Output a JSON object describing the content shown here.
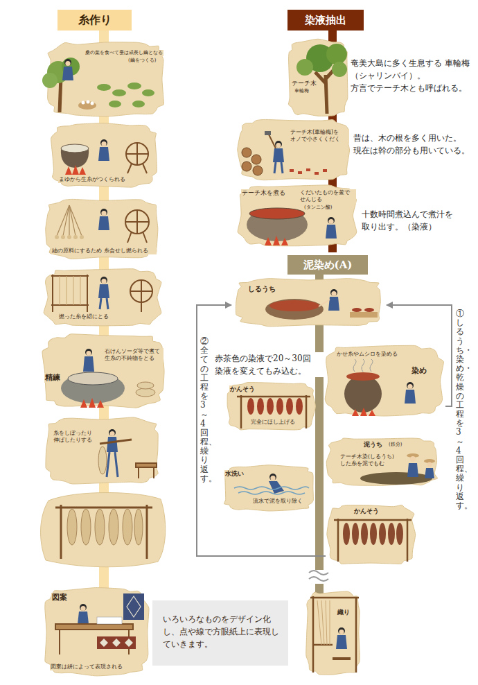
{
  "diagram": {
    "nodes": [
      {
        "text": [
          "糸作り"
        ]
      },
      {
        "text": [
          "桑の葉を食べて蚕は成長し繭となる",
          "(繭をつくる)"
        ]
      },
      {
        "text": [
          "まゆから生糸がつくられる"
        ]
      },
      {
        "text": [
          "紬の原料にするため 糸合せし撚られる"
        ]
      },
      {
        "text": [
          "撚った糸を綛にとる"
        ]
      },
      {
        "text": [
          "精練",
          "石けんソーダ等で煮て 生糸の不純物をとる"
        ]
      },
      {
        "text": [
          "糸をしぼったり 伸ばしたりする"
        ]
      },
      {
        "text": [
          "図案",
          "図案は絣によって表現される"
        ]
      },
      {
        "text": [
          "いろいろなものをデザイン化し、点や線で方眼紙上に表現していきます。"
        ]
      },
      {
        "text": [
          "染液抽出"
        ]
      },
      {
        "text": [
          "テーチ木",
          "車輪梅"
        ]
      },
      {
        "text": [
          "テーチ木(車輪梅)を オノで小さくくだく"
        ]
      },
      {
        "text": [
          "テーチ木を煮る",
          "くだいたものを釜で せんじる",
          "(タンニン酸)"
        ]
      },
      {
        "text": [
          "泥染め(A)"
        ]
      },
      {
        "text": [
          "しるうち"
        ]
      },
      {
        "text": [
          "かせ糸やムシロを染める",
          "染め"
        ]
      },
      {
        "text": [
          "かんそう",
          "完全にほし上げる"
        ]
      },
      {
        "text": [
          "泥うち",
          "(鉄分)",
          "テーチ木染(しるうち) した糸を泥でもむ"
        ]
      },
      {
        "text": [
          "水洗い",
          "流水で泥を取り除く"
        ]
      },
      {
        "text": [
          "かんそう"
        ]
      },
      {
        "text": [
          "織り"
        ]
      }
    ],
    "edges": [
      {
        "from": 15,
        "to": 14,
        "arrow": "to",
        "label": "①しるうち・染め・乾燥の工程を3～4回程、繰り返す。"
      },
      {
        "from": 19,
        "to": 14,
        "arrow": "to",
        "label": "②全ての工程を3～4回程、繰り返す。"
      }
    ],
    "labels": [
      "奄美大島に多く生息する 車輪梅（シャリンバイ）。 方言でテーチ木とも呼ばれる。",
      "昔は、木の根を多く用いた。 現在は幹の部分も用いている。",
      "十数時間煮込んで煮汁を 取り出す。（染液）",
      "赤茶色の染液で20～30回 染液を変えてもみ込む。"
    ]
  }
}
